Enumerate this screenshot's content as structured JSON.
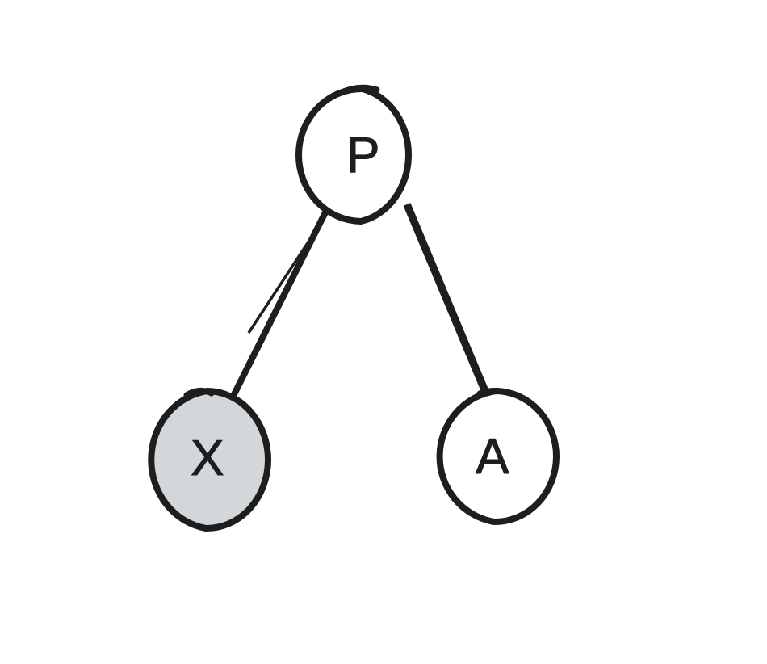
{
  "diagram": {
    "background": "#ffffff",
    "stroke_color": "#1e1e1e",
    "text_color": "#1e1e1e",
    "nodes": [
      {
        "id": "P",
        "label": "P",
        "fill": "#ffffff",
        "shaded": false
      },
      {
        "id": "X",
        "label": "X",
        "fill": "#d3d7d9",
        "shaded": true
      },
      {
        "id": "A",
        "label": "A",
        "fill": "#ffffff",
        "shaded": false
      }
    ],
    "edges": [
      {
        "from": "P",
        "to": "X"
      },
      {
        "from": "P",
        "to": "A"
      }
    ]
  }
}
